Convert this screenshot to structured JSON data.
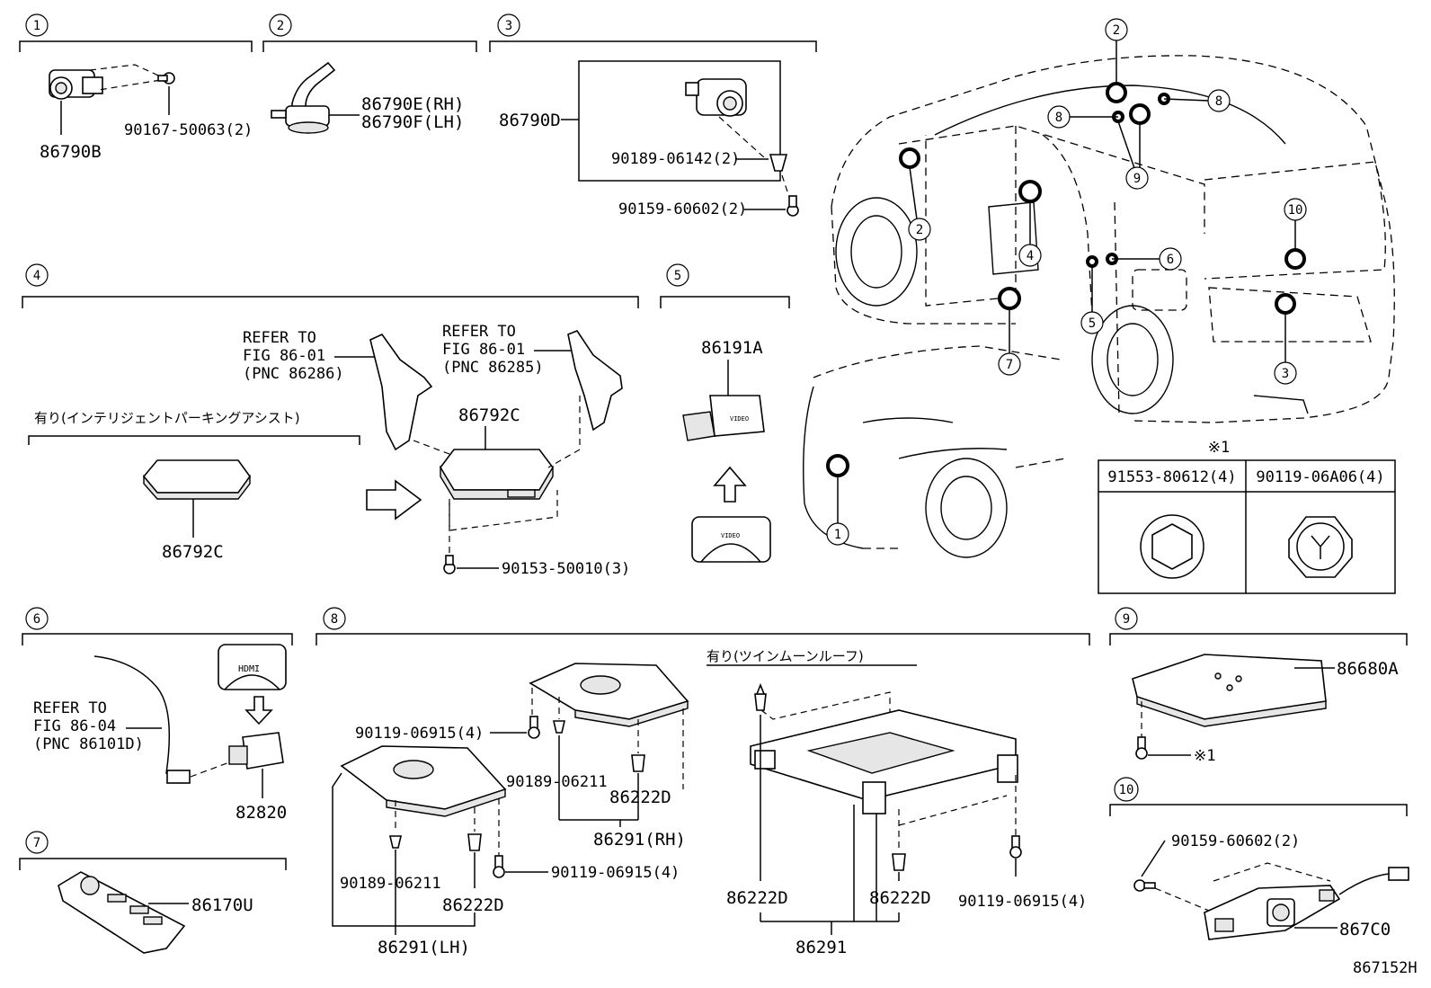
{
  "sections": {
    "s1": {
      "num": "1"
    },
    "s2": {
      "num": "2"
    },
    "s3": {
      "num": "3"
    },
    "s4": {
      "num": "4"
    },
    "s5": {
      "num": "5"
    },
    "s6": {
      "num": "6"
    },
    "s7": {
      "num": "7"
    },
    "s8": {
      "num": "8"
    },
    "s9": {
      "num": "9"
    },
    "s10": {
      "num": "10"
    }
  },
  "parts": {
    "p86790B": "86790B",
    "p90167": "90167-50063(2)",
    "p86790E": "86790E(RH)",
    "p86790F": "86790F(LH)",
    "p86790D": "86790D",
    "p90189_06142": "90189-06142(2)",
    "p90159_a": "90159-60602(2)",
    "p86792C_a": "86792C",
    "p86792C_b": "86792C",
    "p90153": "90153-50010(3)",
    "p86191A": "86191A",
    "p82820": "82820",
    "p86170U": "86170U",
    "p90119_a": "90119-06915(4)",
    "p90189_06211_a": "90189-06211",
    "p86222D_a": "86222D",
    "p86291RH": "86291(RH)",
    "p90189_06211_b": "90189-06211",
    "p86222D_b": "86222D",
    "p90119_b": "90119-06915(4)",
    "p86291LH": "86291(LH)",
    "p86222D_c": "86222D",
    "p86222D_d": "86222D",
    "p90119_c": "90119-06915(4)",
    "p86291": "86291",
    "p86680A": "86680A",
    "p_x1": "※1",
    "p90159_b": "90159-60602(2)",
    "p867C0": "867C0",
    "fig_id": "867152H"
  },
  "refs": {
    "r1": {
      "l1": "REFER TO",
      "l2": "FIG 86-01",
      "l3": "(PNC 86286)"
    },
    "r2": {
      "l1": "REFER TO",
      "l2": "FIG 86-01",
      "l3": "(PNC 86285)"
    },
    "r3": {
      "l1": "REFER TO",
      "l2": "FIG 86-04",
      "l3": "(PNC 86101D)"
    }
  },
  "notes": {
    "ipa": "有り(インテリジェントパーキングアシスト)",
    "twin": "有り(ツインムーンルーフ)",
    "video": "VIDEO",
    "hdmi": "HDMI"
  },
  "table": {
    "mark": "※1",
    "col1": "91553-80612(4)",
    "col2": "90119-06A06(4)"
  },
  "car_markers": {
    "m1": "1",
    "m2a": "2",
    "m2b": "2",
    "m3": "3",
    "m4": "4",
    "m5": "5",
    "m6": "6",
    "m7": "7",
    "m8a": "8",
    "m8b": "8",
    "m9": "9",
    "m10": "10"
  }
}
